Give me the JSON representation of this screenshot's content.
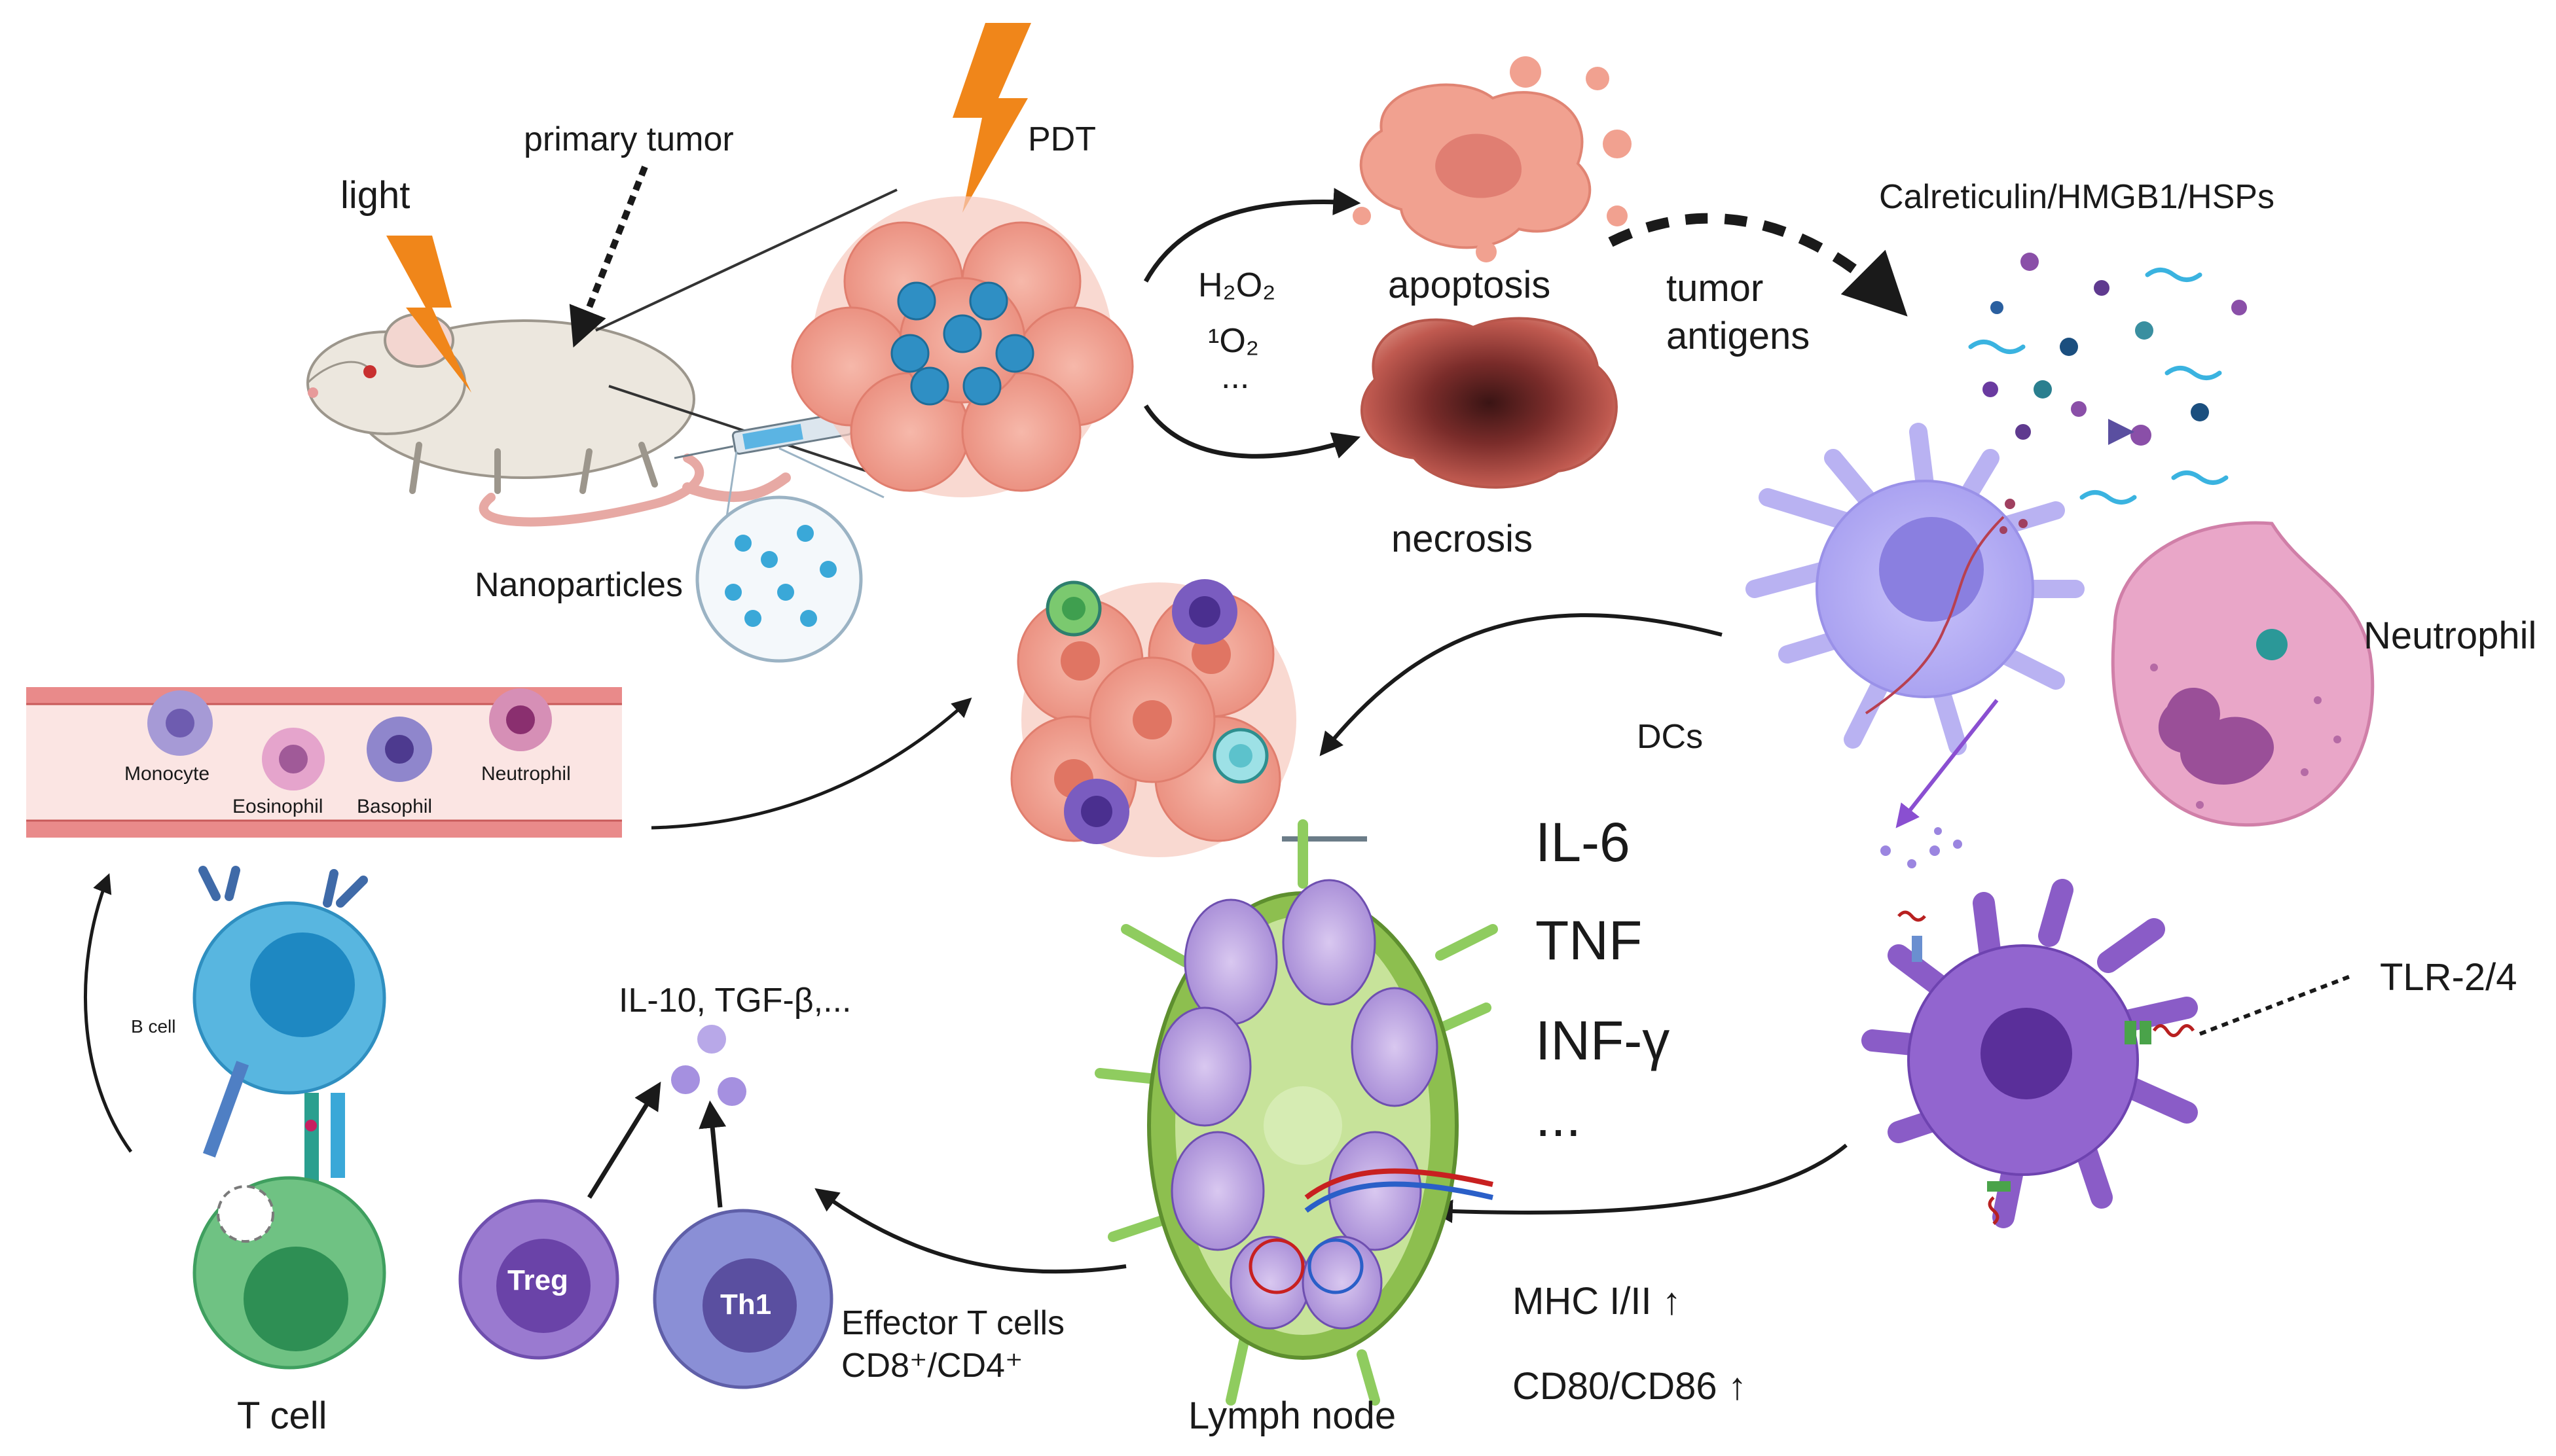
{
  "labels": {
    "light": "light",
    "primary_tumor": "primary tumor",
    "pdt": "PDT",
    "nanoparticles": "Nanoparticles",
    "ros_h2o2": "H₂O₂",
    "ros_1o2": "¹O₂",
    "ros_more": "...",
    "apoptosis": "apoptosis",
    "necrosis": "necrosis",
    "tumor_antigens_line1": "tumor",
    "tumor_antigens_line2": "antigens",
    "damps": "Calreticulin/HMGB1/HSPs",
    "dcs": "DCs",
    "neutrophil_big": "Neutrophil",
    "il6": "IL-6",
    "tnf": "TNF",
    "infg": "INF-γ",
    "cytokine_more": "...",
    "tlr": "TLR-2/4",
    "mhc": "MHC I/II",
    "cd80": "CD80/CD86",
    "lymph_node": "Lymph node",
    "effector_line1": "Effector T cells",
    "effector_line2": "CD8⁺/CD4⁺",
    "treg": "Treg",
    "th1": "Th1",
    "suppressive_cytokines": "IL-10, TGF-β,...",
    "b_cell": "B cell",
    "t_cell": "T cell",
    "vessel_monocyte": "Monocyte",
    "vessel_eosinophil": "Eosinophil",
    "vessel_basophil": "Basophil",
    "vessel_neutrophil": "Neutrophil"
  },
  "colors": {
    "lightning": "#f0861a",
    "tumor_pink": "#f2a99a",
    "nanoparticle_blue": "#3aa8d8",
    "dc_lavender": "#b9b2f2",
    "activated_dc_purple": "#8a5cc7",
    "neutrophil_pink": "#e48db8",
    "lymph_green": "#7cb343",
    "b_cell_blue": "#58b6e0",
    "t_cell_green": "#6fc283",
    "treg_purple": "#9a7ad0",
    "th1_blue": "#8a8fd6",
    "vessel_red": "#e98a8a"
  }
}
